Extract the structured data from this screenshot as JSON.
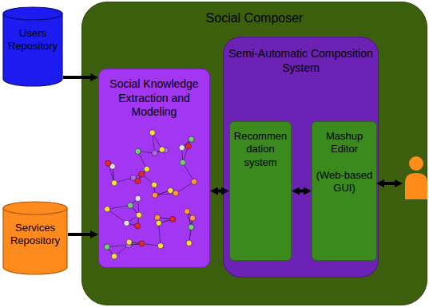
{
  "diagram": {
    "nodes": [
      {
        "text": [
          "Users Repository"
        ]
      },
      {
        "text": [
          "Services Repository"
        ]
      },
      {
        "text": [
          "Social Composer"
        ]
      },
      {
        "text": [
          "Social Knowledge Extraction and Modeling"
        ],
        "in": 2
      },
      {
        "text": [
          "Semi-Automatic Composition System"
        ],
        "in": 2
      },
      {
        "text": [
          "Recommen dation system"
        ],
        "in": 4
      },
      {
        "text": [
          "Mashup Editor",
          "(Web-based GUI)"
        ],
        "in": 4
      }
    ],
    "edges": [
      {
        "from": 0,
        "to": 3,
        "arrow": "to"
      },
      {
        "from": 1,
        "to": 3,
        "arrow": "to"
      },
      {
        "from": 3,
        "to": 5,
        "arrow": "both"
      },
      {
        "from": 5,
        "to": 6,
        "arrow": "both"
      }
    ]
  }
}
